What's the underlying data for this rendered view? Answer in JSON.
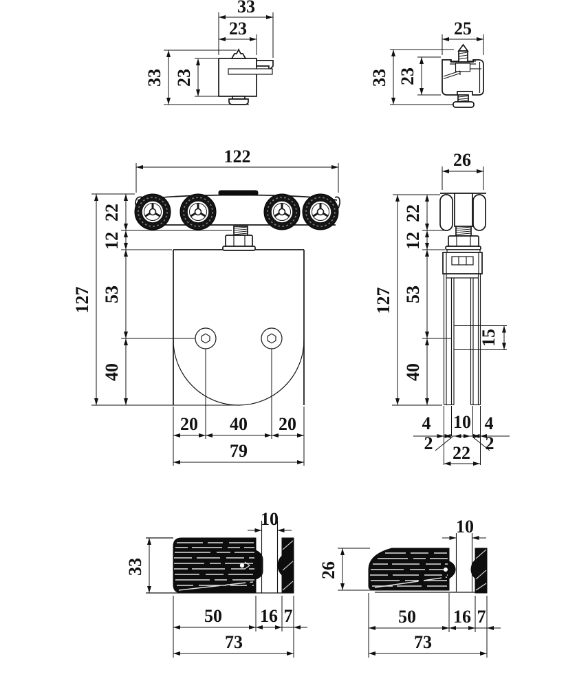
{
  "colors": {
    "background": "#ffffff",
    "line": "#161616",
    "dim_line": "#111111",
    "fill_dark": "#0d0d0d"
  },
  "views": {
    "hanger_end_left": {
      "dims": {
        "outer_width": "33",
        "body_width": "23",
        "outer_height": "33",
        "body_height": "23"
      }
    },
    "hanger_end_right": {
      "dims": {
        "outer_width": "25",
        "outer_height": "33",
        "body_height": "23"
      }
    },
    "roller_front": {
      "dims": {
        "overall_width": "122",
        "wheel_height": "22",
        "stem_height": "12",
        "plate_upper": "53",
        "plate_lower": "40",
        "overall_height": "127",
        "hole_edge_left": "20",
        "hole_spacing": "40",
        "hole_edge_right": "20",
        "plate_width": "79"
      }
    },
    "roller_side": {
      "dims": {
        "wheel_width": "26",
        "wheel_height": "22",
        "stem_height": "12",
        "plate_upper": "53",
        "plate_lower": "40",
        "overall_height": "127",
        "pad_height": "15",
        "pad_left": "4",
        "glass_slot": "10",
        "pad_right": "4",
        "wall_left": "2",
        "wall_right": "2",
        "overall_thickness": "22"
      }
    },
    "guide_front": {
      "dims": {
        "slot_width": "10",
        "height": "33",
        "body_width": "50",
        "gap_width": "16",
        "strip_width": "7",
        "overall_width": "73"
      }
    },
    "guide_side": {
      "dims": {
        "slot_width": "10",
        "height": "26",
        "body_width": "50",
        "gap_width": "16",
        "strip_width": "7",
        "overall_width": "73"
      }
    }
  }
}
